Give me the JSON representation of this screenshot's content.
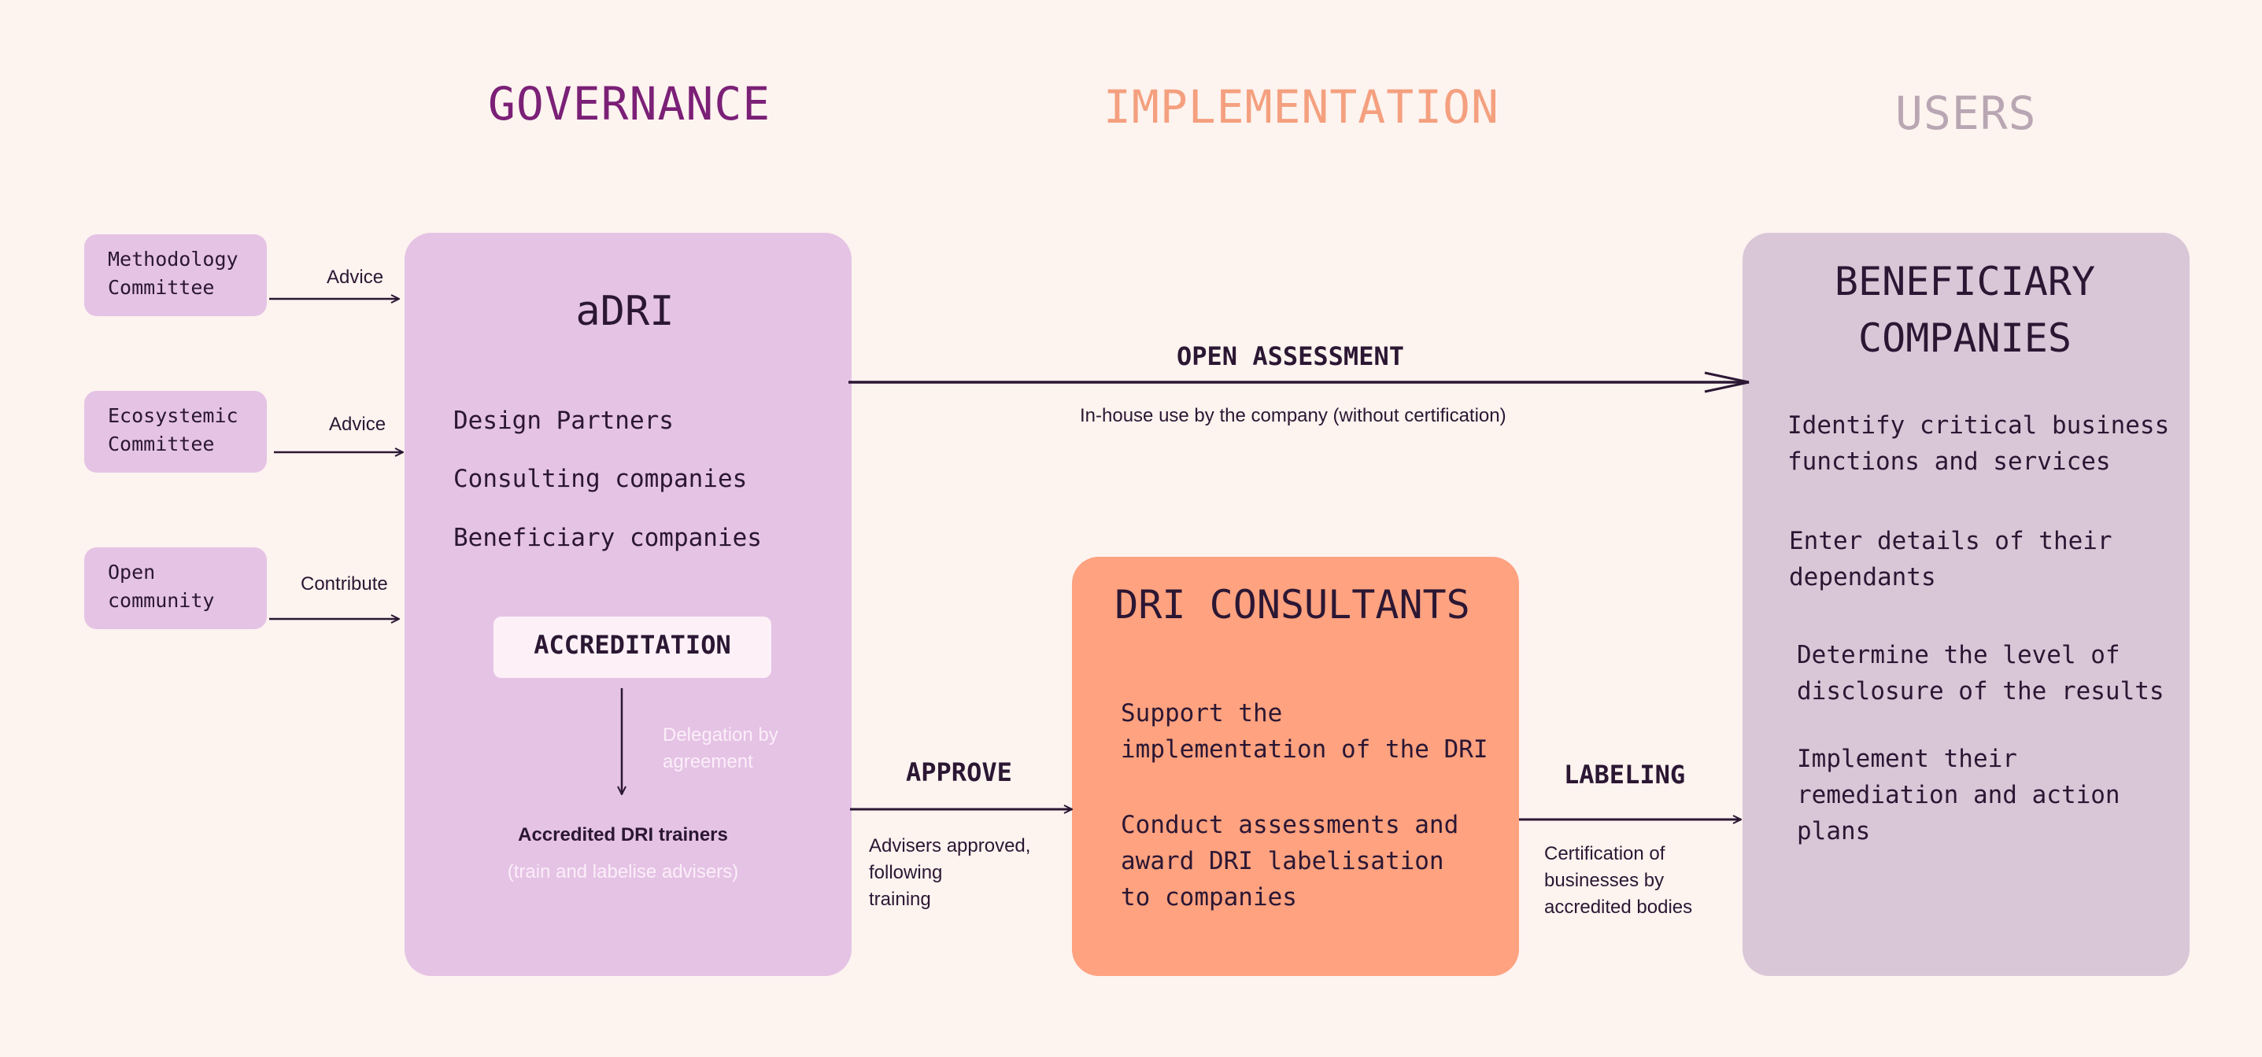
{
  "columns": {
    "governance": "GOVERNANCE",
    "implementation": "IMPLEMENTATION",
    "users": "USERS"
  },
  "colors": {
    "background": "#fdf3ef",
    "governance": "#7b2077",
    "implementation": "#f4a07f",
    "users": "#b9a6b3",
    "adri_panel": "#e5c3e5",
    "consultants_panel": "#fea280",
    "users_panel": "#d9c7d8",
    "arrow": "#2b1733"
  },
  "inputs": [
    {
      "box": "Methodology\nCommittee",
      "edge": "Advice"
    },
    {
      "box": "Ecosystemic\nCommittee",
      "edge": "Advice"
    },
    {
      "box": "Open\ncommunity",
      "edge": "Contribute"
    }
  ],
  "adri": {
    "title": "aDRI",
    "items": [
      "Design Partners",
      "Consulting companies",
      "Beneficiary companies"
    ],
    "accreditation": "ACCREDITATION",
    "delegation": "Delegation by\nagreement",
    "trainers": "Accredited DRI trainers",
    "trainers_note": "(train and labelise advisers)"
  },
  "open_assessment": {
    "title": "OPEN ASSESSMENT",
    "note": "In-house use by the company (without certification)"
  },
  "approve": {
    "title": "APPROVE",
    "note": "Advisers approved,\nfollowing\ntraining"
  },
  "consultants": {
    "title": "DRI CONSULTANTS",
    "items": [
      "Support the\nimplementation of the DRI",
      "Conduct assessments and\naward DRI labelisation\nto companies"
    ]
  },
  "labeling": {
    "title": "LABELING",
    "note": "Certification of\nbusinesses by\naccredited bodies"
  },
  "beneficiary": {
    "title": "BENEFICIARY\nCOMPANIES",
    "items": [
      "Identify critical business\nfunctions and services",
      "Enter details of their\ndependants",
      "Determine the level of\ndisclosure of the results",
      "Implement their\nremediation and action\nplans"
    ]
  }
}
